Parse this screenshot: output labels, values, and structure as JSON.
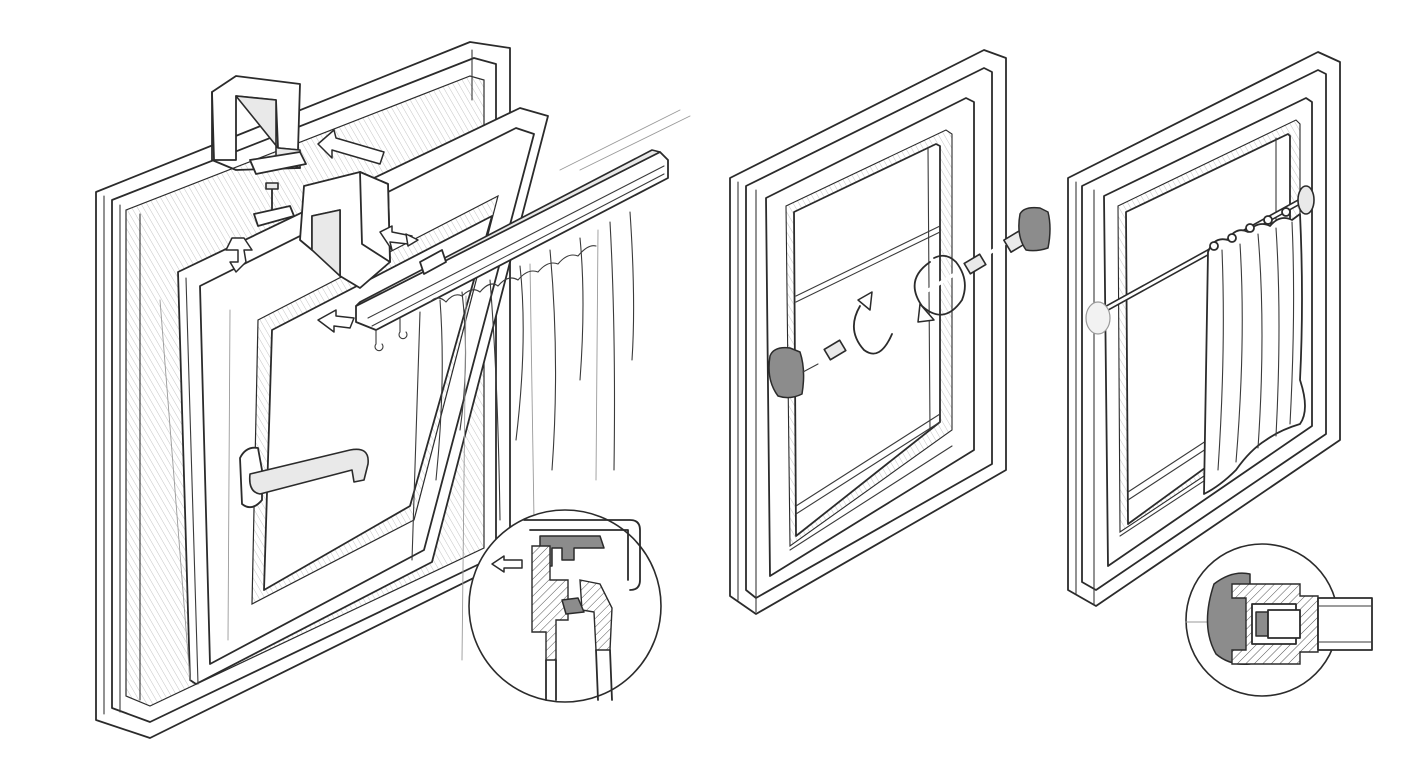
{
  "diagram": {
    "panels": [
      {
        "id": "tilt-turn-window-clip-bracket",
        "detail": "clip-bracket-section-detail"
      },
      {
        "id": "window-tension-rod",
        "detail": ""
      },
      {
        "id": "window-cafe-curtain-rod",
        "detail": "rod-end-cap-section-detail"
      }
    ],
    "icons": [
      "clip-bracket-icon",
      "curtain-track-icon",
      "tension-rod-icon",
      "curtain-icon",
      "arrow-icon",
      "rotate-arrow-icon"
    ],
    "colors": {
      "ink": "#2b2b2b",
      "shade": "#e9e9e9",
      "dark": "#8c8c8c",
      "paper": "#ffffff"
    }
  }
}
